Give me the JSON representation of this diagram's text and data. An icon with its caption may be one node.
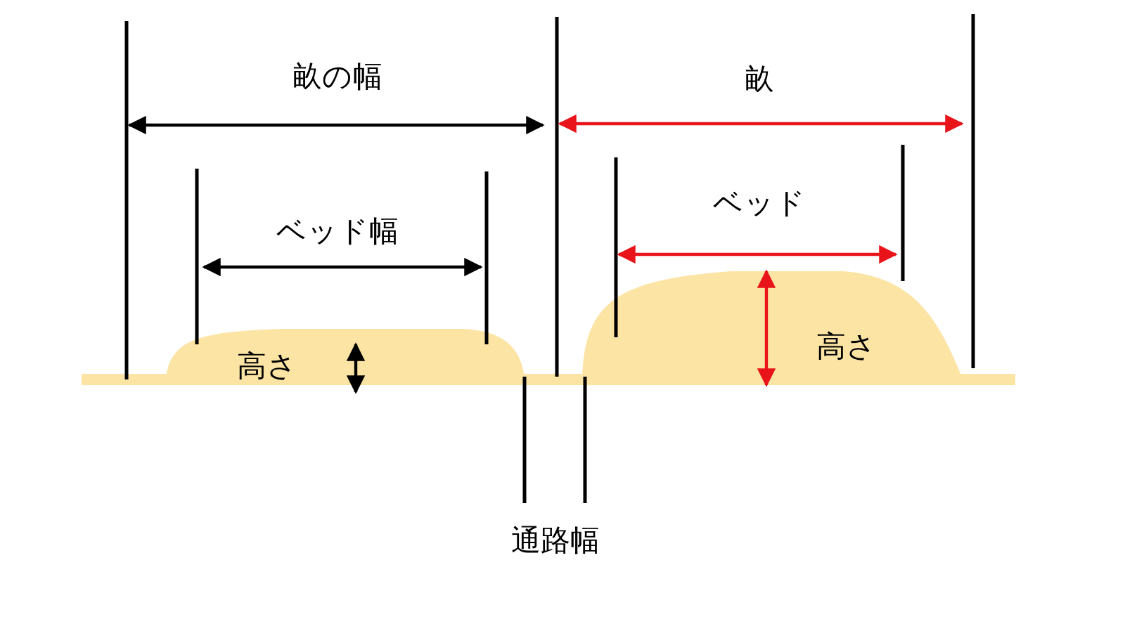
{
  "diagram": {
    "labels": [
      "畝の幅",
      "畝",
      "ベッド幅",
      "ベッド",
      "高さ",
      "高さ",
      "通路幅"
    ]
  }
}
